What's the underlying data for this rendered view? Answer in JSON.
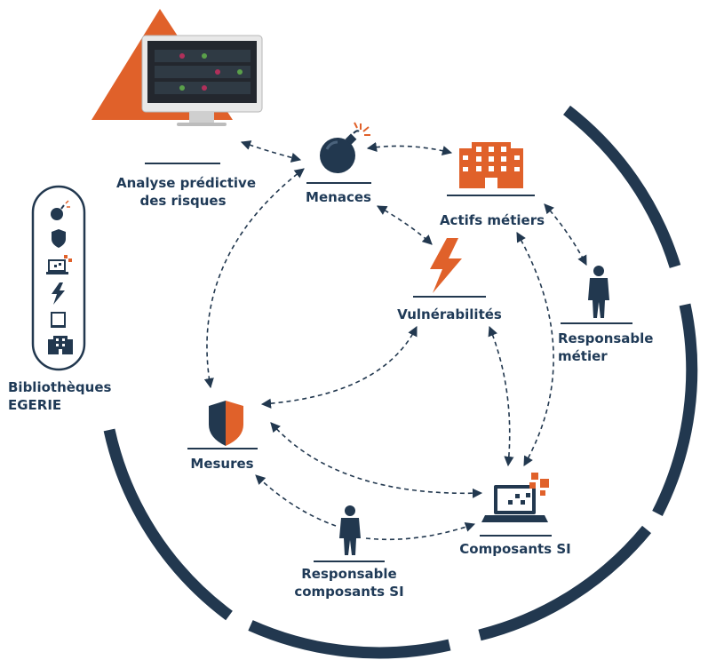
{
  "nodes": {
    "analyse": {
      "line1": "Analyse prédictive",
      "line2": "des risques"
    },
    "menaces": {
      "label": "Menaces"
    },
    "actifs": {
      "label": "Actifs métiers"
    },
    "vulnerabilites": {
      "label": "Vulnérabilités"
    },
    "resp_metier": {
      "line1": "Responsable",
      "line2": "métier"
    },
    "mesures": {
      "label": "Mesures"
    },
    "composants": {
      "label": "Composants SI"
    },
    "resp_composants": {
      "line1": "Responsable",
      "line2": "composants SI"
    }
  },
  "library": {
    "line1": "Bibliothèques",
    "line2": "EGERIE"
  },
  "colors": {
    "navy": "#22384f",
    "orange": "#e0612a",
    "text": "#1f3a57"
  }
}
